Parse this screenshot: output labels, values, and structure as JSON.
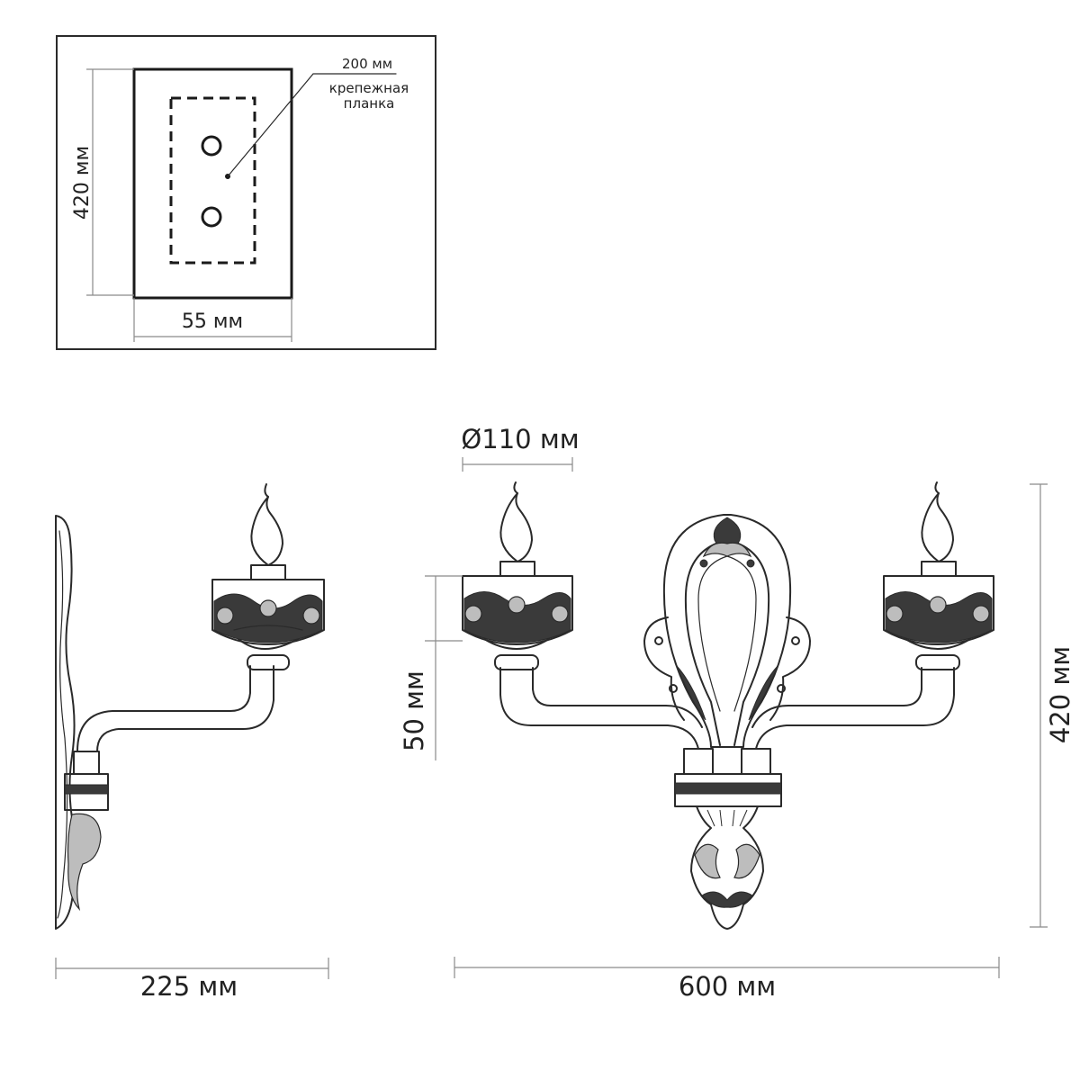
{
  "mounting_plate": {
    "height_label": "420 мм",
    "width_label": "55 мм",
    "plate_size_label": "200 мм",
    "plate_name_line1": "крепежная",
    "plate_name_line2": "планка"
  },
  "side_view": {
    "depth_label": "225 мм"
  },
  "front_view": {
    "cup_diameter_label": "Ø110 мм",
    "cup_height_label": "50 мм",
    "height_label": "420 мм",
    "width_label": "600 мм"
  }
}
